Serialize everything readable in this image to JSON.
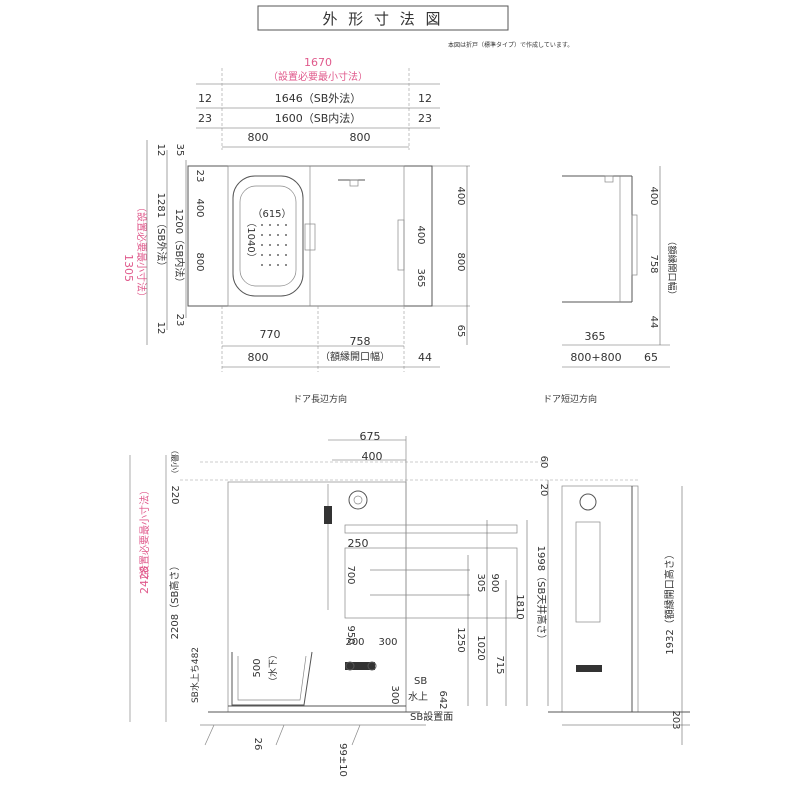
{
  "title": "外 形 寸 法 図",
  "note": "本図は折戸（標準タイプ）で作成しています。",
  "plan_long": {
    "caption": "ドア長辺方向",
    "top_min": "1670",
    "top_min_note": "（設置必要最小寸法）",
    "row1_left": "12",
    "row1_mid": "1646（SB外法）",
    "row1_right": "12",
    "row2_left": "23",
    "row2_mid": "1600（SB内法）",
    "row2_right": "23",
    "row3_a": "800",
    "row3_b": "800",
    "left_min": "1305",
    "left_min_note": "（設置必要最小寸法）",
    "left_outer": "1281（SB外法）",
    "left_inner": "1200（SB内法）",
    "left_12_top": "12",
    "left_35": "35",
    "left_23_top": "23",
    "left_400": "400",
    "left_800": "800",
    "left_23_bot": "23",
    "left_12_bot": "12",
    "tub_w": "（615）",
    "tub_l": "（1040）",
    "right_400a": "400",
    "right_365": "365",
    "right_400b": "400",
    "right_800": "800",
    "right_65": "65",
    "bot_770": "770",
    "bot_758": "758",
    "bot_800": "800",
    "bot_opening": "（額縁開口幅）",
    "bot_44": "44"
  },
  "plan_short": {
    "caption": "ドア短辺方向",
    "r_400": "400",
    "r_758": "758",
    "r_opening": "（額縁開口幅）",
    "r_44": "44",
    "b_365": "365",
    "b_sum": "800+800",
    "b_65": "65"
  },
  "elevation": {
    "top_675": "675",
    "top_400": "400",
    "top_60": "60",
    "top_20": "20",
    "left_min": "2428",
    "left_min_note": "（設置必要最小寸法）",
    "left_sb_h": "2208（SB高さ）",
    "left_220": "220",
    "left_min_label": "（最小）",
    "left_water": "SB水上ち482",
    "v_700": "700",
    "v_950": "950",
    "v_250": "250",
    "v_200": "200",
    "v_300": "300",
    "v_305": "305",
    "v_900": "900",
    "v_1250": "1250",
    "v_1020": "1020",
    "v_715": "715",
    "v_1810": "1810",
    "v_ceiling": "1998（SB天井高さ）",
    "v_500": "500",
    "v_water_lower": "（水下）",
    "v_642": "642",
    "v_300b": "300",
    "sb_label": "SB",
    "water_up": "水上",
    "sb_floor": "SB設置面",
    "bot_26": "26",
    "bot_99": "99±10",
    "right_1932": "1932（額縁開口高さ）",
    "right_203": "203"
  }
}
